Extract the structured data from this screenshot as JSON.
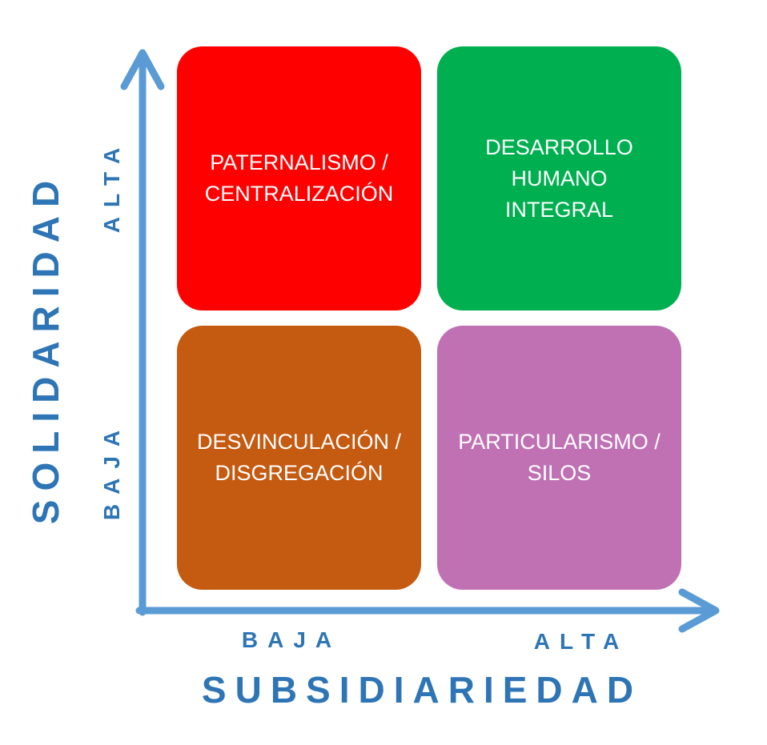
{
  "colors": {
    "axis": "#5b9bd5",
    "label": "#2e75b6",
    "q1": "#ff0000",
    "q2": "#00b050",
    "q3": "#c55a11",
    "q4": "#c071b4"
  },
  "y_axis": {
    "title": "SOLIDARIDAD",
    "high": "ALTA",
    "low": "BAJA"
  },
  "x_axis": {
    "title": "SUBSIDIARIEDAD",
    "low": "BAJA",
    "high": "ALTA"
  },
  "quadrants": [
    {
      "label": "PATERNALISMO /\nCENTRALIZACIÓN"
    },
    {
      "label": "DESARROLLO\nHUMANO\nINTEGRAL"
    },
    {
      "label": "DESVINCULACIÓN /\nDISGREGACIÓN"
    },
    {
      "label": "PARTICULARISMO /\nSILOS"
    }
  ]
}
